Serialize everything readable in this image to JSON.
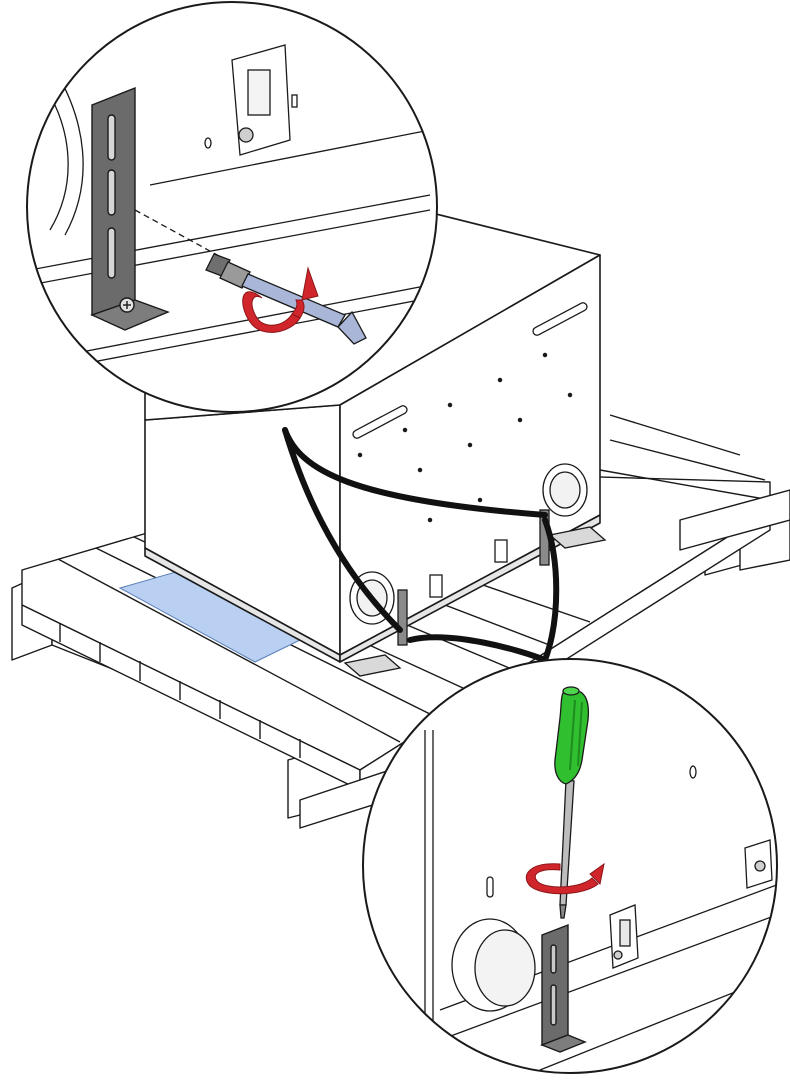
{
  "figure": {
    "kind": "installation-illustration",
    "callouts": [
      {
        "id": "top-detail",
        "tool": "hex-key",
        "action": "unscrew"
      },
      {
        "id": "bottom-detail",
        "tool": "screwdriver",
        "action": "unscrew"
      }
    ]
  },
  "colors": {
    "line": "#1a1a1a",
    "paper": "#ffffff",
    "metal_dark": "#6b6b6b",
    "metal_mid": "#9a9a9a",
    "tool_blue": "#aab6d8",
    "arrow_red": "#d0262b",
    "handle_green": "#2fbf2f",
    "handle_green_dark": "#1f8c1f",
    "sheet_blue": "#b9d0f2",
    "pad_gray": "#d9d9d9",
    "connector": "#111111"
  },
  "icons": [
    "hex-key-icon",
    "screwdriver-icon",
    "rotation-arrow-icon",
    "l-bracket-icon"
  ]
}
